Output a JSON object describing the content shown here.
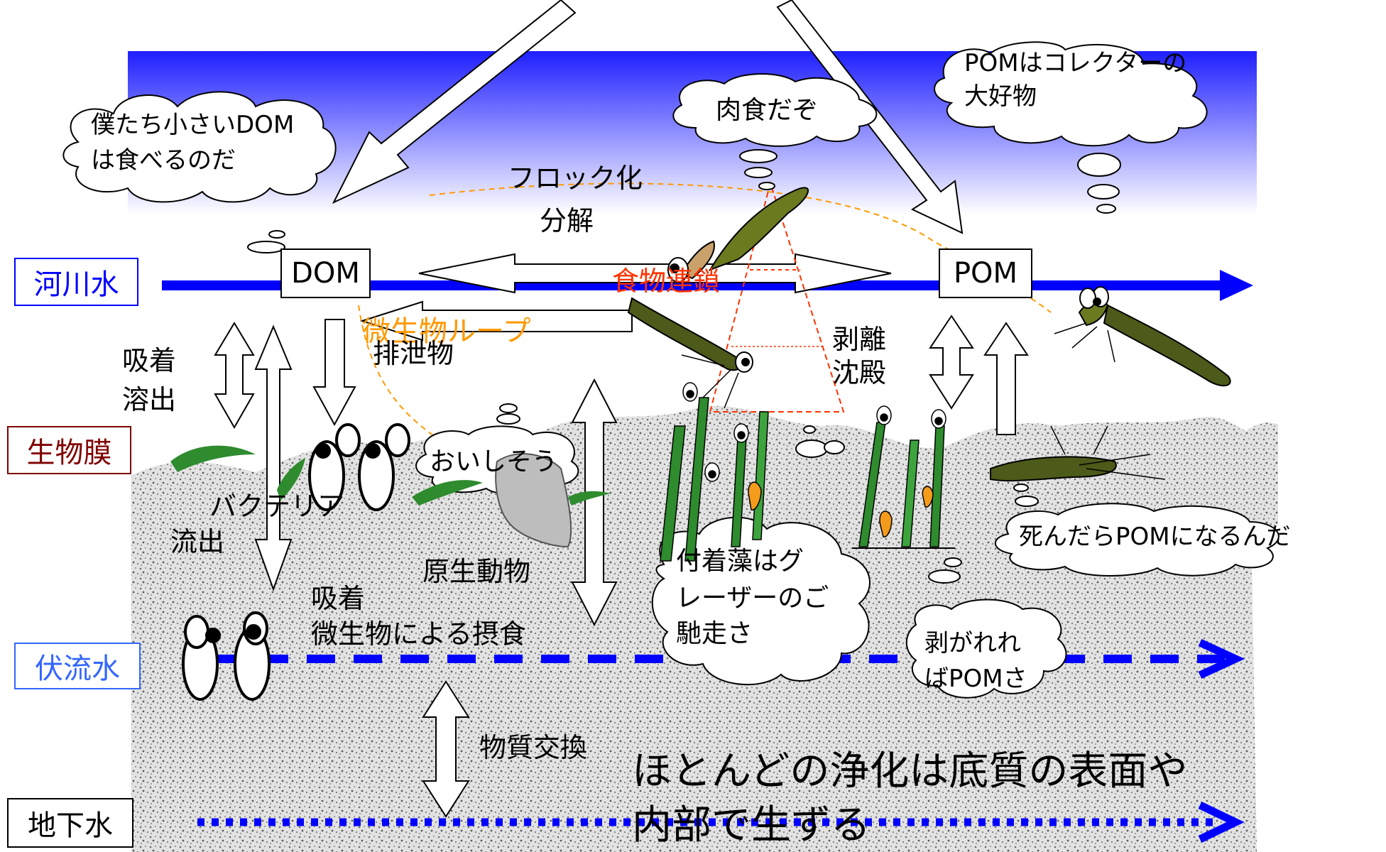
{
  "layers": {
    "river_water": "河川水",
    "biofilm": "生物膜",
    "hyporheic_water": "伏流水",
    "groundwater": "地下水"
  },
  "labels": {
    "dom": "DOM",
    "pom": "POM",
    "flocculation": "フロック化",
    "decomposition": "分解",
    "food_chain": "食物連鎖",
    "microbial_loop": "微生物ループ",
    "excretion": "排泄物",
    "adsorption": "吸着",
    "elution": "溶出",
    "detachment": "剥離",
    "sedimentation": "沈殿",
    "bacteria": "バクテリア",
    "outflow": "流出",
    "protozoa": "原生動物",
    "adsorption2": "吸着",
    "microbial_feeding": "微生物による摂食",
    "material_exchange": "物質交換",
    "conclusion_line1": "ほとんどの浄化は底質の表面や",
    "conclusion_line2": "内部で生ずる"
  },
  "bubbles": {
    "small_dom_line1": "僕たち小さいDOM",
    "small_dom_line2": "は食べるのだ",
    "carnivore": "肉食だぞ",
    "collector_line1": "POMはコレクターの",
    "collector_line2": "大好物",
    "tasty": "おいしそう",
    "dead_pom": "死んだらPOMになるんだ",
    "grazer_line1": "付着藻はグ",
    "grazer_line2": "レーザーのご",
    "grazer_line3": "馳走さ",
    "peeled_line1": "剥がれれ",
    "peeled_line2": "ばPOMさ"
  },
  "colors": {
    "river_arrow": "#0000ff",
    "sky_top": "#2b2bff",
    "biofilm_label": "#800000",
    "hyporheic_label": "#3366ff",
    "microbial_loop": "#ff9900",
    "food_chain": "#ff3300",
    "algae": "#2e8b2e",
    "sediment": "#d8d8d8"
  }
}
